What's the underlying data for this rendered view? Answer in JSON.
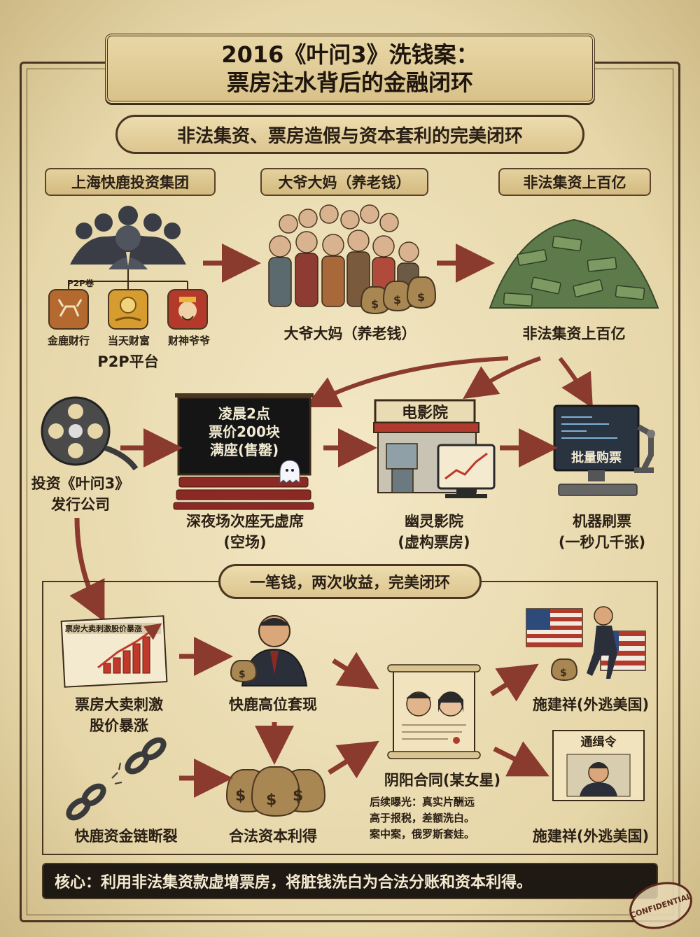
{
  "title": {
    "line1": "2016《叶问3》洗钱案：",
    "line2": "票房注水背后的金融闭环"
  },
  "subtitle": "非法集资、票房造假与资本套利的完美闭环",
  "top_labels": [
    "上海快鹿投资集团",
    "大爷大妈（养老钱）",
    "非法集资上百亿"
  ],
  "p2p": {
    "tag": "P2P卷",
    "items": [
      "金鹿财行",
      "当天财富",
      "财神爷爷"
    ],
    "platform": "P2P平台"
  },
  "elders_caption": "大爷大妈（养老钱）",
  "funds_caption": "非法集资上百亿",
  "distributor": {
    "line1": "投资《叶问3》",
    "line2": "发行公司"
  },
  "theater_screen": [
    "凌晨2点",
    "票价200块",
    "满座(售罄)"
  ],
  "theater_caption": {
    "line1": "深夜场次座无虚席",
    "line2": "(空场)"
  },
  "cinema": {
    "sign": "电影院",
    "line1": "幽灵影院",
    "line2": "(虚构票房)"
  },
  "bot": {
    "screen": "批量购票",
    "line1": "机器刷票",
    "line2": "(一秒几千张)"
  },
  "mid_banner": "一笔钱，两次收益，完美闭环",
  "newspaper": {
    "headline": "票房大卖刺激股价暴涨",
    "line1": "票房大卖刺激",
    "line2": "股价暴涨"
  },
  "cashout": "快鹿高位套现",
  "contract": "阴阳合同(某女星)",
  "fugitive1": "施建祥(外逃美国)",
  "wanted": {
    "sign": "通缉令",
    "caption": "施建祥(外逃美国)"
  },
  "chain": "快鹿资金链断裂",
  "capital_gain": "合法资本利得",
  "note_lines": [
    "后续曝光：真实片酬远",
    "高于报税，差额洗白。",
    "案中案，俄罗斯套娃。"
  ],
  "core": "核心：利用非法集资款虚增票房，将脏钱洗白为合法分账和资本利得。",
  "stamp": "CONFIDENTIAL",
  "colors": {
    "arrow": "#8b3a2e",
    "ink": "#2a1f14",
    "plaque": "#dcc590",
    "dark": "#1f1913"
  }
}
